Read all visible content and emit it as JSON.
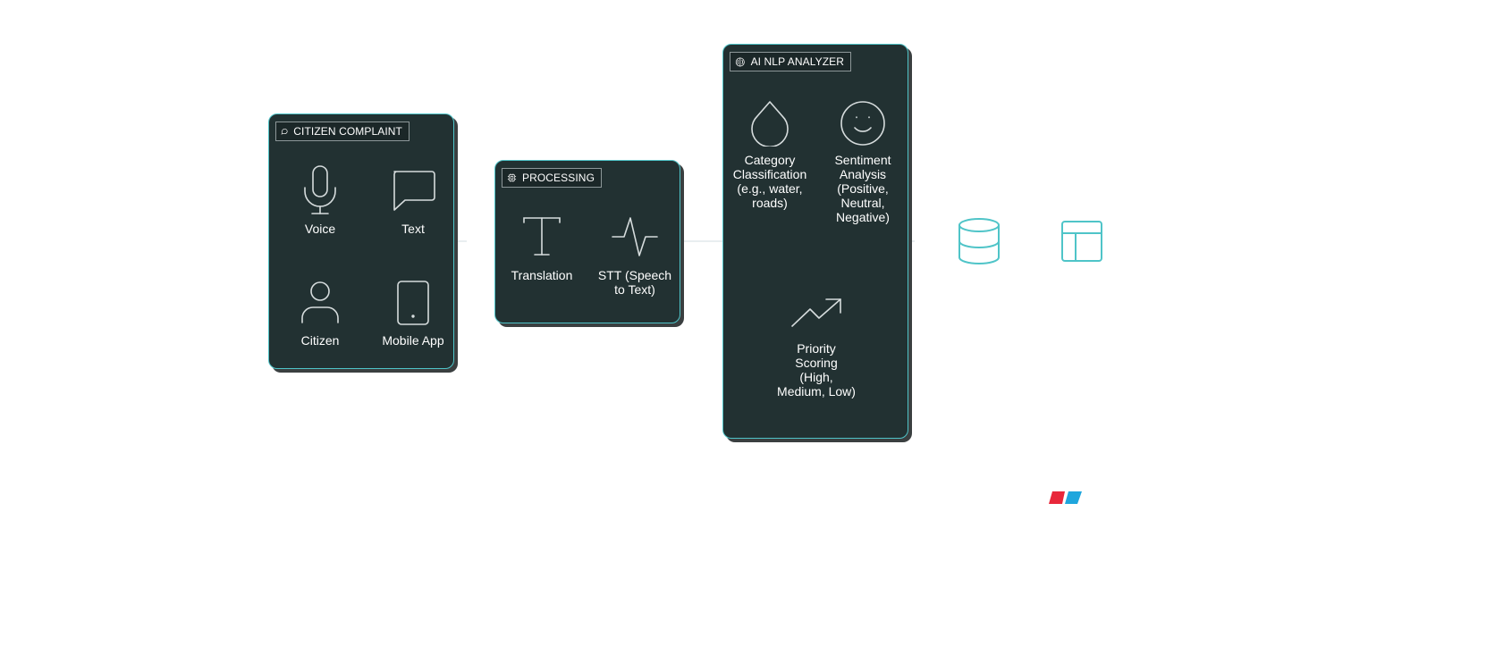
{
  "groups": {
    "citizen": {
      "title": "CITIZEN COMPLAINT",
      "items": [
        {
          "icon": "microphone-icon",
          "label": "Voice"
        },
        {
          "icon": "message-square-icon",
          "label": "Text"
        },
        {
          "icon": "person-icon",
          "label": "Citizen"
        },
        {
          "icon": "smartphone-icon",
          "label": "Mobile App"
        }
      ]
    },
    "processing": {
      "title": "PROCESSING",
      "items": [
        {
          "icon": "type-icon",
          "label": "Translation"
        },
        {
          "icon": "waveform-icon",
          "label": "STT (Speech\nto Text)"
        }
      ]
    },
    "nlp": {
      "title": "AI NLP ANALYZER",
      "items": [
        {
          "icon": "droplet-icon",
          "label": "Category\nClassification\n(e.g., water,\nroads)"
        },
        {
          "icon": "smile-icon",
          "label": "Sentiment\nAnalysis\n(Positive,\nNeutral,\nNegative)"
        },
        {
          "icon": "trending-up-icon",
          "label": "Priority\nScoring\n(High,\nMedium, Low)"
        }
      ]
    }
  },
  "standalone_icons": [
    "database-icon",
    "dashboard-layout-icon",
    "logo-mark"
  ],
  "colors": {
    "card_bg": "#223132",
    "card_border": "#4fc4c8",
    "accent": "#4fc4c8",
    "logo_red": "#e8273a",
    "logo_blue": "#1fa6dd"
  }
}
